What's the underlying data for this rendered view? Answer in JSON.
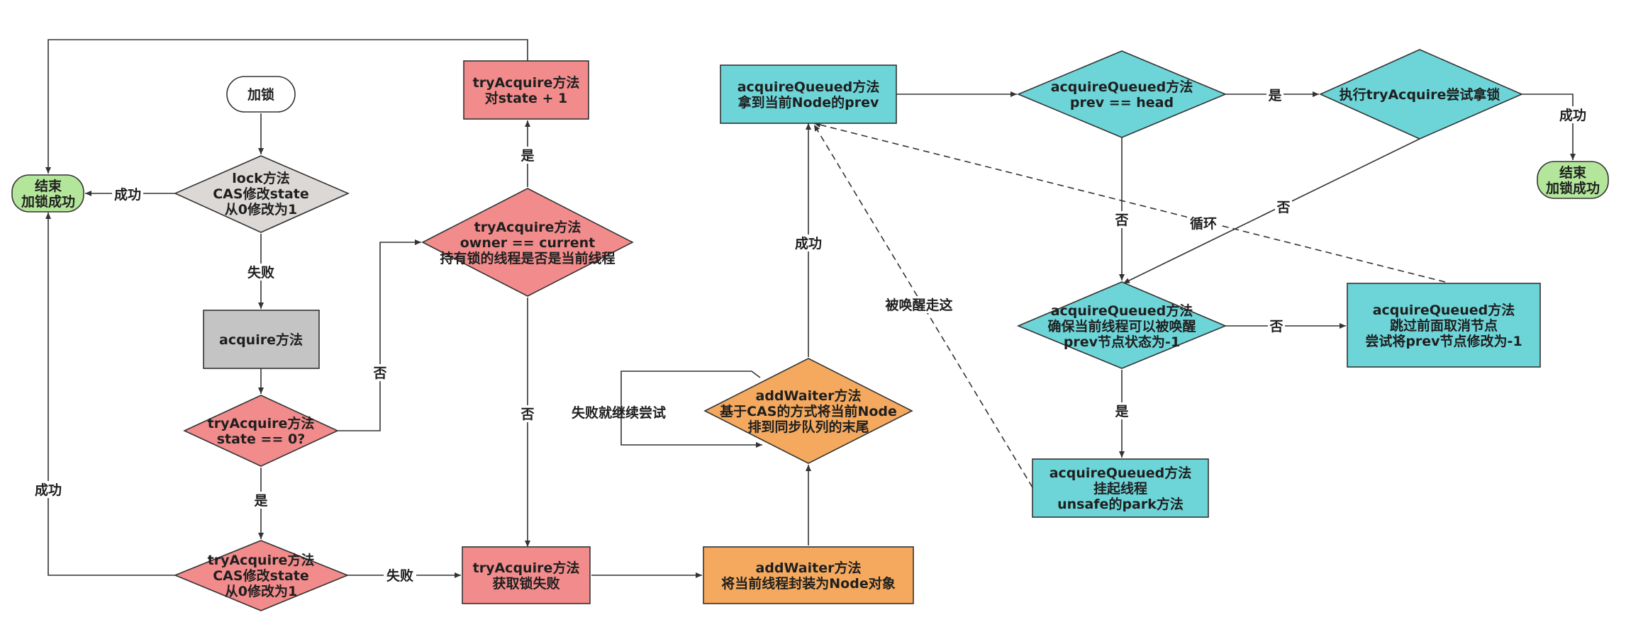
{
  "colors": {
    "pink": "#f28b8b",
    "gray_diamond": "#dcd8d6",
    "gray_box": "#c4c4c4",
    "teal": "#6dd5d8",
    "orange": "#f4a95e",
    "green": "#b3e69a",
    "stroke": "#333333"
  },
  "nodes": {
    "start": [
      "加锁"
    ],
    "lock_cas": [
      "lock方法",
      "CAS修改state",
      "从0修改为1"
    ],
    "end_left": [
      "结束",
      "加锁成功"
    ],
    "acquire": [
      "acquire方法"
    ],
    "try_state0": [
      "tryAcquire方法",
      "state == 0?"
    ],
    "try_cas": [
      "tryAcquire方法",
      "CAS修改state",
      "从0修改为1"
    ],
    "try_owner": [
      "tryAcquire方法",
      "owner == current",
      "持有锁的线程是否是当前线程"
    ],
    "try_inc": [
      "tryAcquire方法",
      "对state + 1"
    ],
    "try_fail": [
      "tryAcquire方法",
      "获取锁失败"
    ],
    "add_waiter_node": [
      "addWaiter方法",
      "将当前线程封装为Node对象"
    ],
    "add_waiter_cas": [
      "addWaiter方法",
      "基于CAS的方式将当前Node",
      "排到同步队列的末尾"
    ],
    "aq_prev": [
      "acquireQueued方法",
      "拿到当前Node的prev"
    ],
    "aq_head": [
      "acquireQueued方法",
      "prev == head"
    ],
    "exec_try": [
      "执行tryAcquire尝试拿锁"
    ],
    "end_right": [
      "结束",
      "加锁成功"
    ],
    "aq_wake": [
      "acquireQueued方法",
      "确保当前线程可以被唤醒",
      "prev节点状态为-1"
    ],
    "aq_skip": [
      "acquireQueued方法",
      "跳过前面取消节点",
      "尝试将prev节点修改为-1"
    ],
    "aq_park": [
      "acquireQueued方法",
      "挂起线程",
      "unsafe的park方法"
    ]
  },
  "edge_labels": {
    "lock_success": "成功",
    "lock_fail": "失败",
    "state0_no": "否",
    "state0_yes": "是",
    "cas_fail": "失败",
    "cas_success": "成功",
    "owner_yes": "是",
    "owner_no": "否",
    "retry": "失败就继续尝试",
    "waiter_success": "成功",
    "head_yes": "是",
    "head_no": "否",
    "exec_success": "成功",
    "exec_no": "否",
    "wake_no": "否",
    "wake_yes": "是",
    "loop": "循环",
    "woken": "被唤醒走这"
  }
}
